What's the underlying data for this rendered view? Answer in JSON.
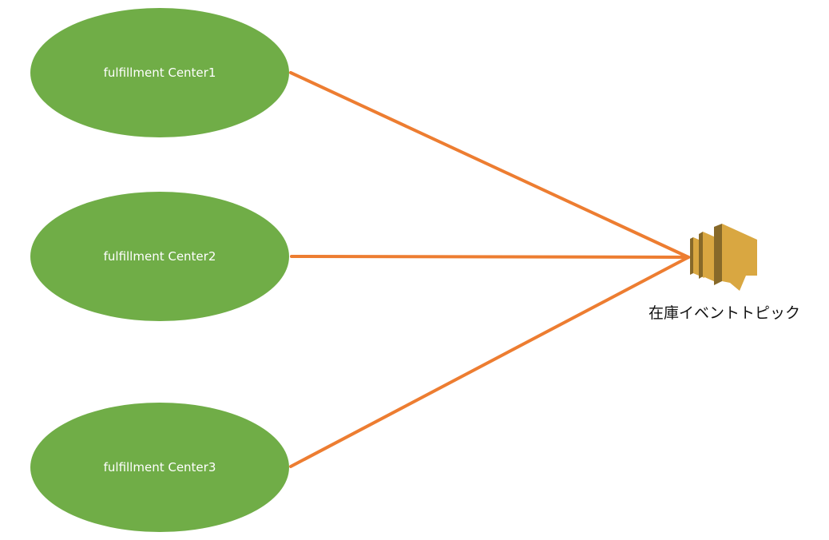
{
  "colors": {
    "node_fill": "#70AD47",
    "connector": "#ED7D31",
    "icon_light": "#D9A741",
    "icon_dark": "#876929",
    "node_text": "#FFFFFF",
    "topic_text": "#111111"
  },
  "nodes": [
    {
      "label": "fulfillment Center1"
    },
    {
      "label": "fulfillment Center2"
    },
    {
      "label": "fulfillment Center3"
    }
  ],
  "topic": {
    "label": "在庫イベントトピック",
    "icon": "sns-topic-icon"
  },
  "edges": [
    {
      "from": 0,
      "to": "topic"
    },
    {
      "from": 1,
      "to": "topic"
    },
    {
      "from": 2,
      "to": "topic"
    }
  ]
}
